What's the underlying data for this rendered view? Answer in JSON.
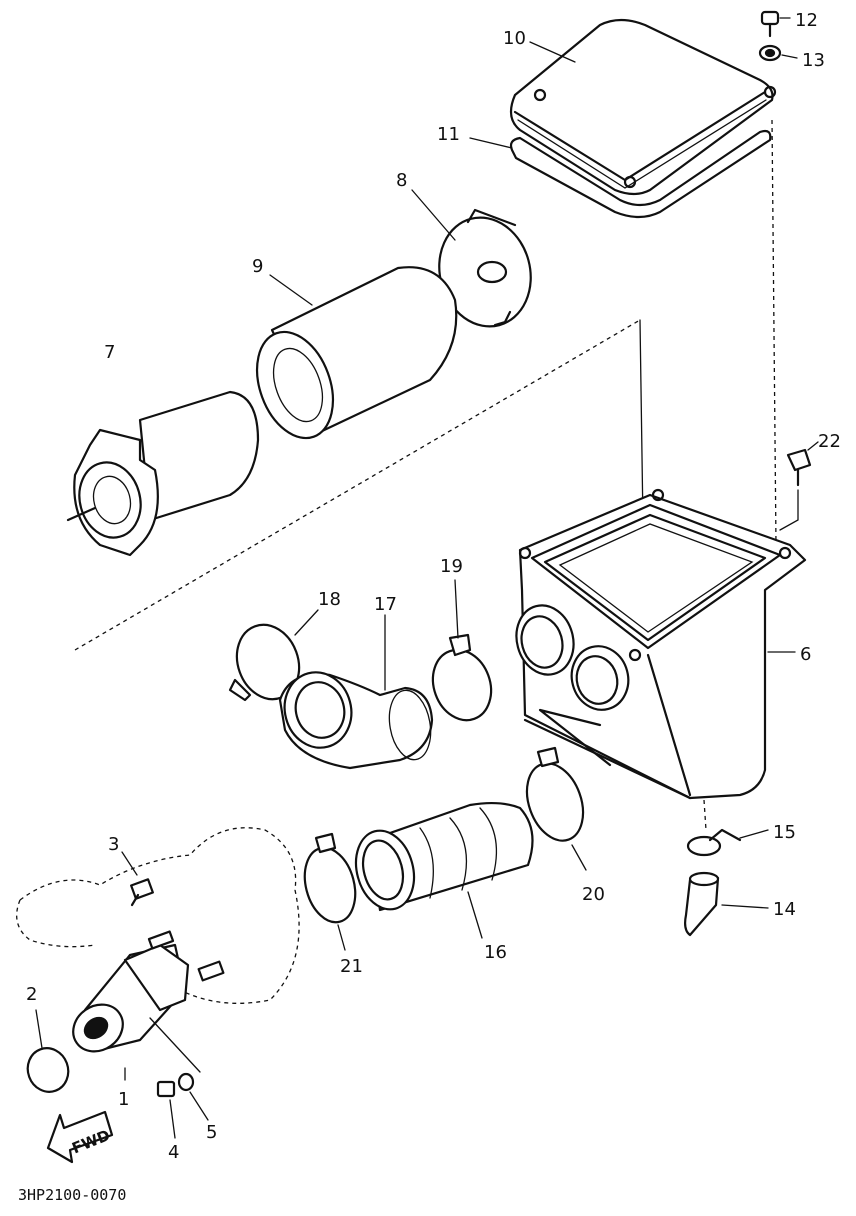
{
  "parts": [
    {
      "id": "1",
      "label": "1"
    },
    {
      "id": "2",
      "label": "2"
    },
    {
      "id": "3",
      "label": "3"
    },
    {
      "id": "4",
      "label": "4"
    },
    {
      "id": "5",
      "label": "5"
    },
    {
      "id": "6",
      "label": "6"
    },
    {
      "id": "7",
      "label": "7"
    },
    {
      "id": "8",
      "label": "8"
    },
    {
      "id": "9",
      "label": "9"
    },
    {
      "id": "10",
      "label": "10"
    },
    {
      "id": "11",
      "label": "11"
    },
    {
      "id": "12",
      "label": "12"
    },
    {
      "id": "13",
      "label": "13"
    },
    {
      "id": "14",
      "label": "14"
    },
    {
      "id": "15",
      "label": "15"
    },
    {
      "id": "16",
      "label": "16"
    },
    {
      "id": "17",
      "label": "17"
    },
    {
      "id": "18",
      "label": "18"
    },
    {
      "id": "19",
      "label": "19"
    },
    {
      "id": "20",
      "label": "20"
    },
    {
      "id": "21",
      "label": "21"
    },
    {
      "id": "22",
      "label": "22"
    }
  ],
  "direction_arrow": "FWD",
  "diagram_code": "3HP2100-0070"
}
